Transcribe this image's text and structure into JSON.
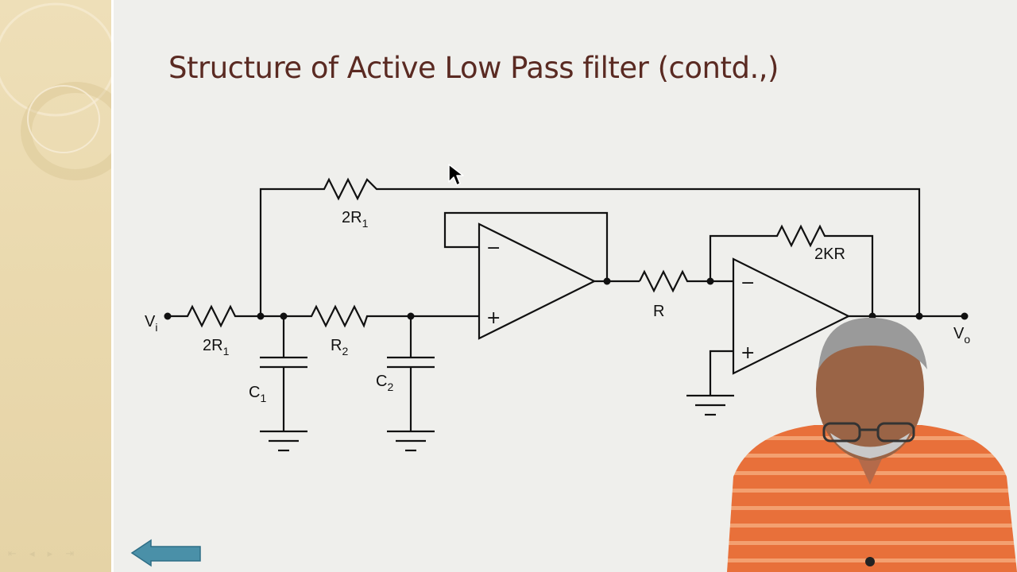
{
  "slide": {
    "title": "Structure of Active Low Pass filter (contd.,)"
  },
  "circuit": {
    "input_label": "V",
    "input_sub": "i",
    "output_label": "V",
    "output_sub": "o",
    "components": {
      "r_input": {
        "main": "2R",
        "sub": "1"
      },
      "r_feedback": {
        "main": "2R",
        "sub": "1"
      },
      "r2": {
        "main": "R",
        "sub": "2"
      },
      "c1": {
        "main": "C",
        "sub": "1"
      },
      "c2": {
        "main": "C",
        "sub": "2"
      },
      "r": {
        "main": "R",
        "sub": ""
      },
      "r_2kr": {
        "main": "2KR",
        "sub": ""
      }
    },
    "opamp1": {
      "minus": "−",
      "plus": "+"
    },
    "opamp2": {
      "minus": "−",
      "plus": "+"
    }
  },
  "nav": {
    "controls": "⇤ ◂ ▸ ⇥"
  },
  "colors": {
    "title": "#5a2a22",
    "sidebar": "#ead9ae",
    "arrow": "#4a90a8",
    "shirt": "#e8703a"
  }
}
